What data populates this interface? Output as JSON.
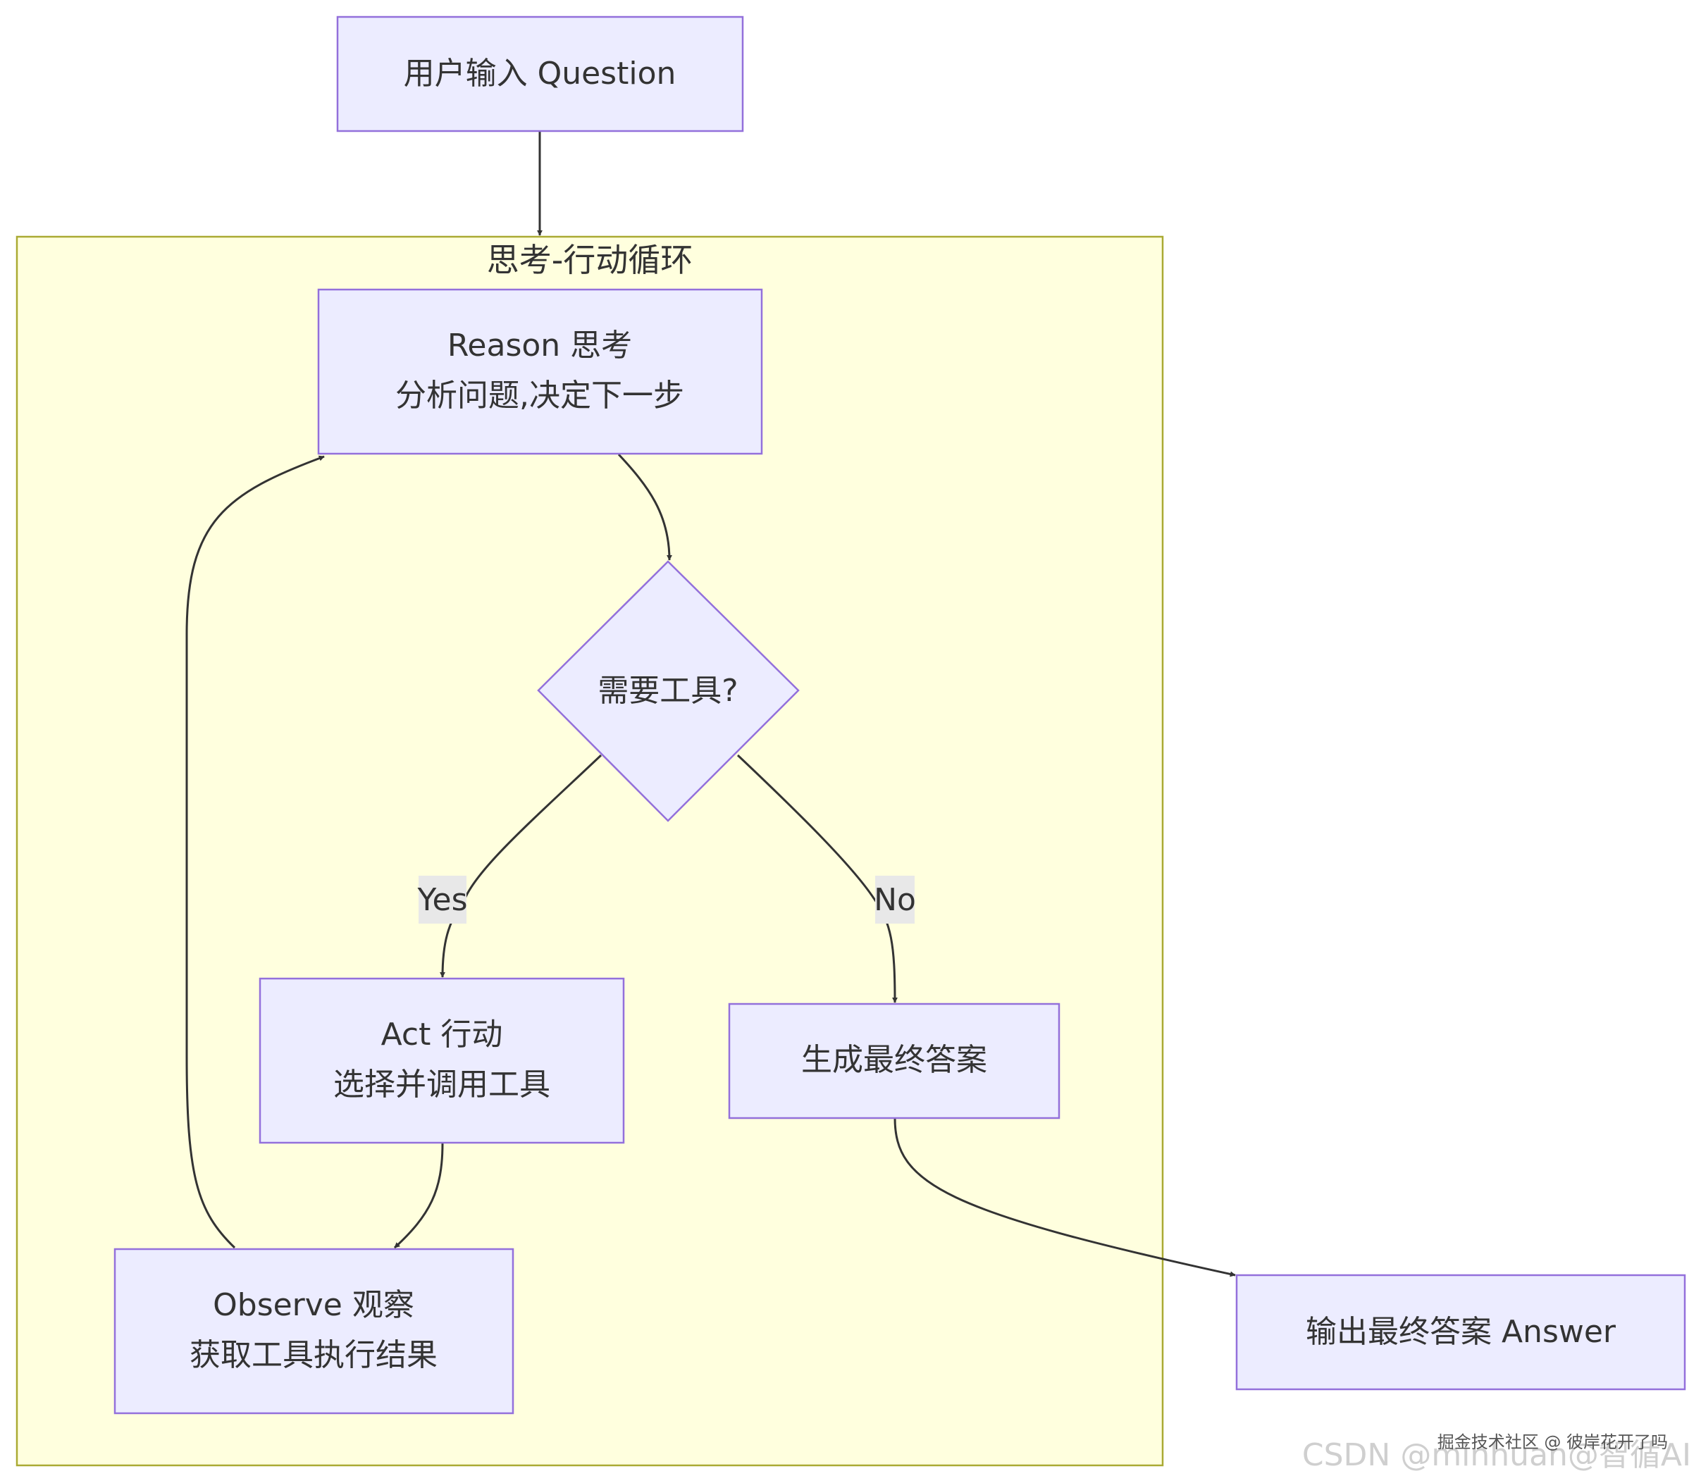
{
  "subgraph": {
    "title": "思考-行动循环"
  },
  "nodes": {
    "question": {
      "line1": "用户输入 Question"
    },
    "reason": {
      "line1": "Reason 思考",
      "line2": "分析问题,决定下一步"
    },
    "decision": {
      "line1": "需要工具?"
    },
    "act": {
      "line1": "Act 行动",
      "line2": "选择并调用工具"
    },
    "observe": {
      "line1": "Observe 观察",
      "line2": "获取工具执行结果"
    },
    "final": {
      "line1": "生成最终答案"
    },
    "answer": {
      "line1": "输出最终答案 Answer"
    }
  },
  "edge_labels": {
    "yes": "Yes",
    "no": "No"
  },
  "watermark": {
    "line1": "掘金技术社区 @ 彼岸花开了吗",
    "line2": "CSDN @minhuan@智循AI"
  },
  "colors": {
    "node_fill": "#ECECFF",
    "node_stroke": "#9370DB",
    "cluster_fill": "#FFFFDE",
    "cluster_stroke": "#AAAA33",
    "edge": "#333333",
    "label_bg": "#E8E8E8"
  }
}
